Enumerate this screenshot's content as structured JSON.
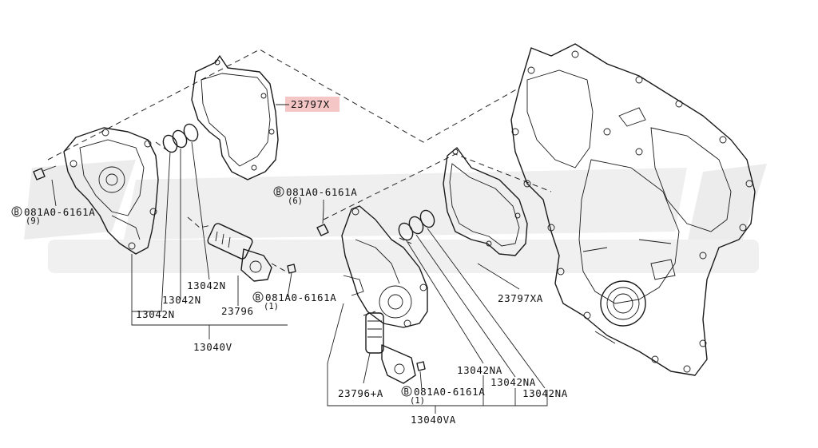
{
  "diagram": {
    "highlight_color": "#f5c6c6",
    "watermark_color": "#e6e6e6",
    "callouts": {
      "p23797X": "23797X",
      "p23797XA": "23797XA",
      "bolt_a": "081A0-6161A",
      "bolt_a_qty": "(9)",
      "bolt_b": "081A0-6161A",
      "bolt_b_qty": "(6)",
      "bolt_c": "081A0-6161A",
      "bolt_c_qty": "(1)",
      "bolt_d": "081A0-6161A",
      "bolt_d_qty": "(1)",
      "bolt_prefix": "B",
      "p13042N_1": "13042N",
      "p13042N_2": "13042N",
      "p13042N_3": "13042N",
      "p23796": "23796",
      "p13040V": "13040V",
      "p13042NA_1": "13042NA",
      "p13042NA_2": "13042NA",
      "p13042NA_3": "13042NA",
      "p23796A": "23796+A",
      "p13040VA": "13040VA"
    }
  }
}
